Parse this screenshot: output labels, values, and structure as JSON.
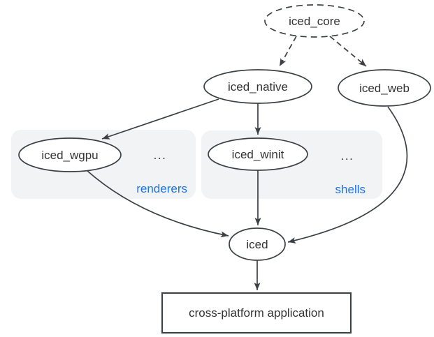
{
  "diagram": {
    "nodes": {
      "iced_core": {
        "label": "iced_core",
        "shape": "ellipse",
        "border": "dashed"
      },
      "iced_native": {
        "label": "iced_native",
        "shape": "ellipse",
        "border": "solid"
      },
      "iced_web": {
        "label": "iced_web",
        "shape": "ellipse",
        "border": "solid"
      },
      "iced_wgpu": {
        "label": "iced_wgpu",
        "shape": "ellipse",
        "border": "solid"
      },
      "iced_winit": {
        "label": "iced_winit",
        "shape": "ellipse",
        "border": "solid"
      },
      "iced": {
        "label": "iced",
        "shape": "ellipse",
        "border": "solid"
      },
      "app": {
        "label": "cross-platform application",
        "shape": "rectangle",
        "border": "solid"
      }
    },
    "groups": {
      "renderers": {
        "label": "renderers",
        "ellipsis": "..."
      },
      "shells": {
        "label": "shells",
        "ellipsis": "..."
      }
    },
    "edges": [
      {
        "from": "iced_core",
        "to": "iced_native",
        "style": "dashed"
      },
      {
        "from": "iced_core",
        "to": "iced_web",
        "style": "dashed"
      },
      {
        "from": "iced_native",
        "to": "iced_wgpu",
        "style": "solid"
      },
      {
        "from": "iced_native",
        "to": "iced_winit",
        "style": "solid"
      },
      {
        "from": "iced_wgpu",
        "to": "iced",
        "style": "solid"
      },
      {
        "from": "iced_winit",
        "to": "iced",
        "style": "solid"
      },
      {
        "from": "iced_web",
        "to": "iced",
        "style": "solid"
      },
      {
        "from": "iced",
        "to": "app",
        "style": "solid"
      }
    ],
    "colors": {
      "accent_blue": "#1a73e8",
      "group_fill": "#f2f3f5",
      "stroke": "#3b4045",
      "text": "#333333",
      "background": "#ffffff"
    }
  }
}
